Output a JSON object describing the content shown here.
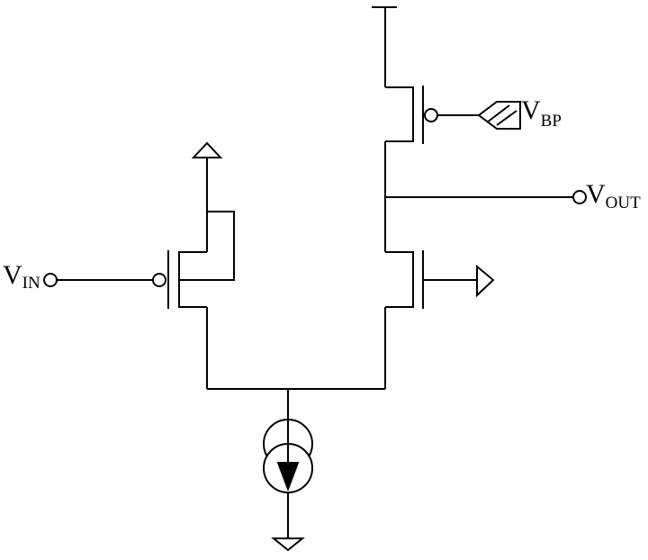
{
  "labels": {
    "vin": {
      "main": "V",
      "sub": "IN"
    },
    "vbp": {
      "main": "V",
      "sub": "BP"
    },
    "vout": {
      "main": "V",
      "sub": "OUT"
    }
  },
  "components": {
    "input_transistor": "pmos",
    "top_transistor": "pmos",
    "bottom_transistor": "nmos",
    "tail_source": "current-source",
    "supply": "vdd-bar",
    "grounds": 3
  }
}
